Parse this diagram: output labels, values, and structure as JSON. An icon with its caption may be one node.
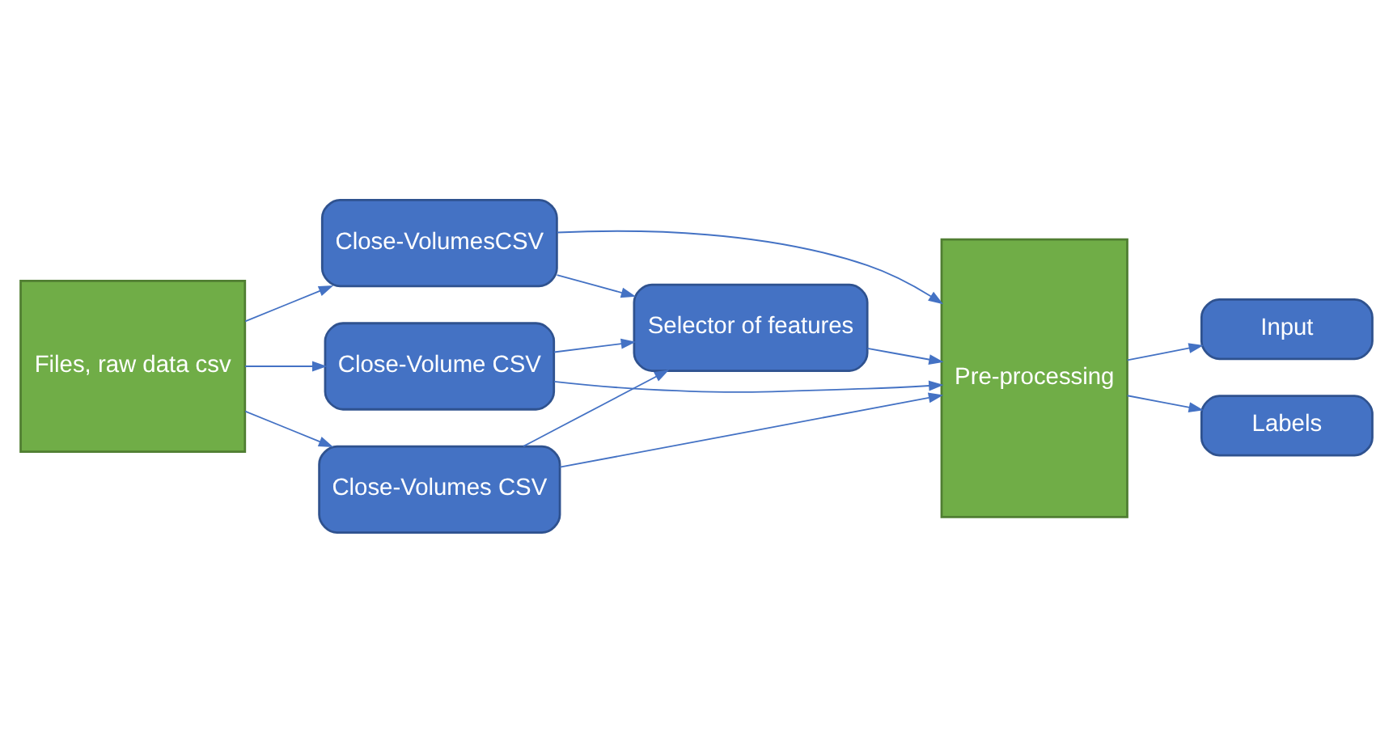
{
  "diagram": {
    "nodes": [
      {
        "text": [
          "Selector of features"
        ]
      },
      {
        "text": [
          "Files, raw data csv"
        ]
      },
      {
        "text": [
          "Close-VolumesCSV"
        ]
      },
      {
        "text": [
          "Close-Volume CSV"
        ]
      },
      {
        "text": [
          "Close-Volumes CSV"
        ]
      },
      {
        "text": [
          "Pre-processing"
        ]
      },
      {
        "text": [
          "Input"
        ]
      },
      {
        "text": [
          "Labels"
        ]
      }
    ],
    "edges": [
      {
        "from": 1,
        "to": 2,
        "arrow": "to"
      },
      {
        "from": 1,
        "to": 3,
        "arrow": "to"
      },
      {
        "from": 1,
        "to": 4,
        "arrow": "to"
      },
      {
        "from": 2,
        "to": 5,
        "arrow": "to"
      },
      {
        "from": 3,
        "to": 5,
        "arrow": "to"
      },
      {
        "from": 4,
        "to": 5,
        "arrow": "to"
      },
      {
        "from": 2,
        "to": 0,
        "arrow": "to"
      },
      {
        "from": 3,
        "to": 0,
        "arrow": "to"
      },
      {
        "from": 4,
        "to": 0,
        "arrow": "to"
      },
      {
        "from": 0,
        "to": 5,
        "arrow": "to"
      },
      {
        "from": 5,
        "to": 6,
        "arrow": "to"
      },
      {
        "from": 5,
        "to": 7,
        "arrow": "to"
      }
    ]
  }
}
